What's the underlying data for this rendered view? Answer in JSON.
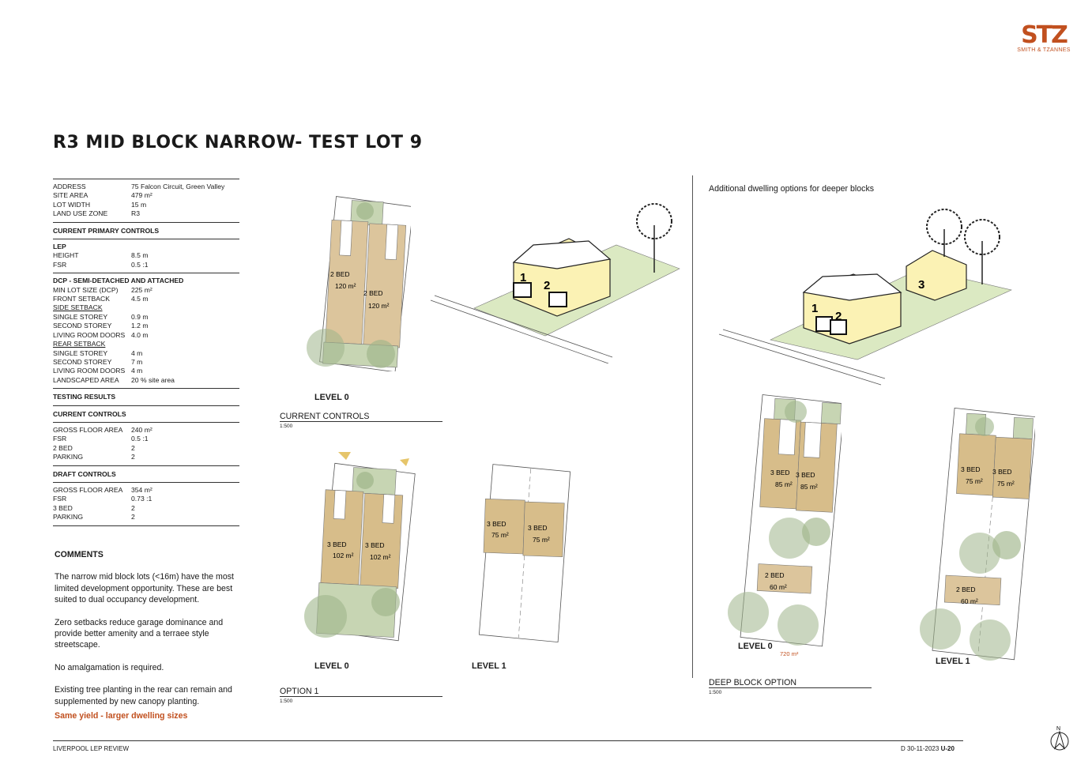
{
  "logo": {
    "mark": "STZ",
    "sub": "SMITH & TZANNES"
  },
  "title": "R3 MID BLOCK NARROW- TEST LOT 9",
  "site": {
    "rows": [
      {
        "k": "ADDRESS",
        "v": "75 Falcon Circuit, Green Valley"
      },
      {
        "k": "SITE AREA",
        "v": "479 m²"
      },
      {
        "k": "LOT WIDTH",
        "v": "15 m"
      },
      {
        "k": "LAND USE ZONE",
        "v": "R3"
      }
    ]
  },
  "primary_heading": "CURRENT PRIMARY CONTROLS",
  "lep": {
    "heading": "LEP",
    "rows": [
      {
        "k": "HEIGHT",
        "v": "8.5 m"
      },
      {
        "k": "FSR",
        "v": "0.5 :1"
      }
    ]
  },
  "dcp": {
    "heading": "DCP - SEMI-DETACHED AND ATTACHED",
    "rows1": [
      {
        "k": "MIN LOT SIZE (DCP)",
        "v": "225 m²"
      },
      {
        "k": "FRONT SETBACK",
        "v": "4.5 m"
      }
    ],
    "side_heading": "SIDE SETBACK",
    "side_rows": [
      {
        "k": "SINGLE STOREY",
        "v": "0.9 m"
      },
      {
        "k": "SECOND STOREY",
        "v": "1.2 m"
      },
      {
        "k": "LIVING ROOM DOORS",
        "v": "4.0 m"
      }
    ],
    "rear_heading": "REAR SETBACK",
    "rear_rows": [
      {
        "k": "SINGLE STOREY",
        "v": "4 m"
      },
      {
        "k": "SECOND STOREY",
        "v": "7 m"
      },
      {
        "k": "LIVING ROOM DOORS",
        "v": "4 m"
      },
      {
        "k": "LANDSCAPED AREA",
        "v": "20 % site area"
      }
    ]
  },
  "testing_heading": "TESTING RESULTS",
  "current": {
    "heading": "CURRENT CONTROLS",
    "rows": [
      {
        "k": "GROSS FLOOR AREA",
        "v": "240 m²"
      },
      {
        "k": "FSR",
        "v": "0.5 :1"
      },
      {
        "k": "2 BED",
        "v": "2"
      },
      {
        "k": "PARKING",
        "v": "2"
      }
    ]
  },
  "draft": {
    "heading": "DRAFT CONTROLS",
    "rows": [
      {
        "k": "GROSS FLOOR AREA",
        "v": "354 m²"
      },
      {
        "k": "FSR",
        "v": "0.73 :1"
      },
      {
        "k": "3 BED",
        "v": "2"
      },
      {
        "k": "PARKING",
        "v": "2"
      }
    ]
  },
  "comments": {
    "heading": "COMMENTS",
    "p1": "The narrow mid block lots (<16m) have the most limited development opportunity. These are best suited to dual occupancy development.",
    "p2": "Zero setbacks reduce garage dominance and provide better amenity and a terraee style streetscape.",
    "p3": "No amalgamation is required.",
    "p4": "Existing tree planting in the rear can remain and supplemented by new canopy planting.",
    "highlight": "Same yield - larger dwelling sizes"
  },
  "plans": {
    "level0": "LEVEL 0",
    "level1": "LEVEL 1",
    "bed2": "2 BED",
    "bed3": "3 BED",
    "a120": "120 m²",
    "a102": "102 m²",
    "a75": "75 m²",
    "a85": "85 m²",
    "a60": "60 m²",
    "deep_area": "720 m²"
  },
  "sections": {
    "current": "CURRENT CONTROLS",
    "option": "OPTION 1",
    "deep": "DEEP BLOCK OPTION",
    "scale": "1:500"
  },
  "deep_note": "Additional dwelling options for deeper blocks",
  "axo": {
    "n1": "1",
    "n2": "2",
    "n3": "3"
  },
  "north": "N",
  "footer": {
    "left": "LIVERPOOL LEP REVIEW",
    "date": "D 30-11-2023",
    "sheet": "U-20"
  },
  "colors": {
    "brand": "#c1501f",
    "bed_fill": "#d9c49c",
    "bed_fill_dark": "#cfb583",
    "green": "#b9c9a4",
    "tree": "#9fb58a",
    "house": "#fbf2b4",
    "garden": "#dbe9c2"
  }
}
